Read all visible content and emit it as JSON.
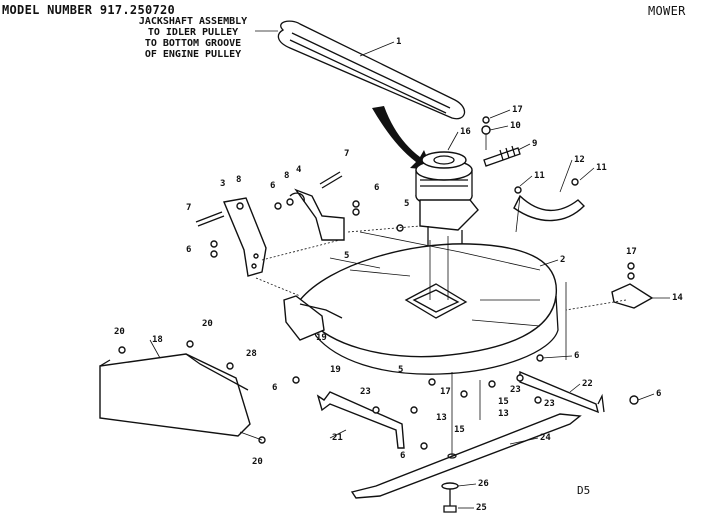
{
  "header": {
    "model": "MODEL NUMBER 917.250720",
    "section": "MOWER"
  },
  "note": {
    "lines": [
      "JACKSHAFT ASSEMBLY",
      "TO IDLER PULLEY",
      "TO BOTTOM GROOVE",
      "OF ENGINE PULLEY"
    ]
  },
  "diagram_code": "D5",
  "callouts": [
    {
      "id": "c-1",
      "text": "1"
    },
    {
      "id": "c-17a",
      "text": "17"
    },
    {
      "id": "c-10",
      "text": "10"
    },
    {
      "id": "c-16",
      "text": "16"
    },
    {
      "id": "c-9",
      "text": "9"
    },
    {
      "id": "c-12",
      "text": "12"
    },
    {
      "id": "c-11a",
      "text": "11"
    },
    {
      "id": "c-11b",
      "text": "11"
    },
    {
      "id": "c-7a",
      "text": "7"
    },
    {
      "id": "c-3",
      "text": "3"
    },
    {
      "id": "c-8a",
      "text": "8"
    },
    {
      "id": "c-6a",
      "text": "6"
    },
    {
      "id": "c-8b",
      "text": "8"
    },
    {
      "id": "c-4",
      "text": "4"
    },
    {
      "id": "c-6b",
      "text": "6"
    },
    {
      "id": "c-7b",
      "text": "7"
    },
    {
      "id": "c-5a",
      "text": "5"
    },
    {
      "id": "c-6c",
      "text": "6"
    },
    {
      "id": "c-5b",
      "text": "5"
    },
    {
      "id": "c-2",
      "text": "2"
    },
    {
      "id": "c-17b",
      "text": "17"
    },
    {
      "id": "c-14",
      "text": "14"
    },
    {
      "id": "c-20a",
      "text": "20"
    },
    {
      "id": "c-18",
      "text": "18"
    },
    {
      "id": "c-20b",
      "text": "20"
    },
    {
      "id": "c-28",
      "text": "28"
    },
    {
      "id": "c-19a",
      "text": "19"
    },
    {
      "id": "c-19b",
      "text": "19"
    },
    {
      "id": "c-6d",
      "text": "6"
    },
    {
      "id": "c-23a",
      "text": "23"
    },
    {
      "id": "c-21",
      "text": "21"
    },
    {
      "id": "c-6e",
      "text": "6"
    },
    {
      "id": "c-20c",
      "text": "20"
    },
    {
      "id": "c-5c",
      "text": "5"
    },
    {
      "id": "c-13",
      "text": "13"
    },
    {
      "id": "c-17c",
      "text": "17"
    },
    {
      "id": "c-15a",
      "text": "15"
    },
    {
      "id": "c-15b",
      "text": "15"
    },
    {
      "id": "c-23b",
      "text": "23"
    },
    {
      "id": "c-23c",
      "text": "23"
    },
    {
      "id": "c-13b",
      "text": "13"
    },
    {
      "id": "c-6f",
      "text": "6"
    },
    {
      "id": "c-22",
      "text": "22"
    },
    {
      "id": "c-6g",
      "text": "6"
    },
    {
      "id": "c-24",
      "text": "24"
    },
    {
      "id": "c-26",
      "text": "26"
    },
    {
      "id": "c-25",
      "text": "25"
    }
  ]
}
